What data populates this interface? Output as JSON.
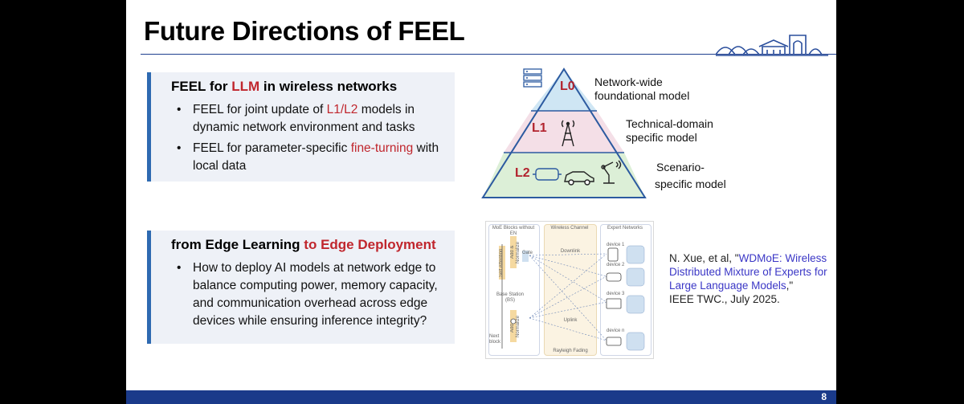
{
  "slide": {
    "title": "Future Directions of FEEL",
    "page_number": "8"
  },
  "box1": {
    "head_pre": "FEEL for ",
    "head_red": "LLM",
    "head_post": " in wireless networks",
    "bullets": [
      {
        "pre": "FEEL for joint update of ",
        "red": "L1/L2",
        "post": " models in dynamic network environment and tasks"
      },
      {
        "pre": "FEEL for parameter-specific ",
        "red": "fine-turning",
        "post": " with local data"
      }
    ]
  },
  "box2": {
    "head_pre": "from Edge Learning ",
    "head_red": "to Edge Deployment",
    "bullet": "How to deploy AI models at network edge to balance computing power, memory capacity, and communication overhead across edge devices while ensuring inference integrity?"
  },
  "pyramid": {
    "levels": [
      {
        "tag": "L0",
        "line1": "Network-wide",
        "line2": "foundational model",
        "color": "#cfe6f4"
      },
      {
        "tag": "L1",
        "line1": "Technical-domain",
        "line2": "specific model",
        "color": "#f4dfe7"
      },
      {
        "tag": "L2",
        "line1": "Scenario-",
        "line2": "specific model",
        "color": "#dcefd7"
      }
    ]
  },
  "diagram": {
    "col1_title": "MoE Blocks without EN",
    "col2_title": "Wireless Channel",
    "col3_title": "Expert Networks",
    "self_attention": "Self Attention",
    "add_norm": "Add & Normalize",
    "gate": "Gate",
    "base_station": "Base Station (BS)",
    "next_block": "Next block",
    "downlink": "Downlink",
    "uplink": "Uplink",
    "fading": "Rayleigh Fading",
    "devices": [
      "device 1",
      "device 2",
      "device 3",
      "device n"
    ]
  },
  "reference": {
    "authors": "N. Xue, et al, \"",
    "link": "WDMoE: Wireless Distributed Mixture of Experts for Large Language Models",
    "after": ",\"",
    "venue": "IEEE TWC., July 2025."
  }
}
